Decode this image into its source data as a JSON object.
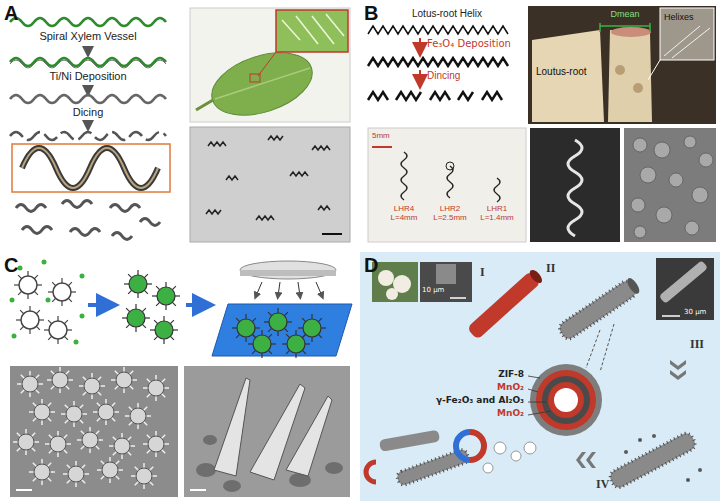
{
  "diagram": {
    "labels": [
      "A",
      "Spiral Xylem Vessel",
      "Ti/Ni Deposition",
      "Dicing",
      "B",
      "Lotus-root Helix",
      "Fe₃O₄ Deposition",
      "Dincing",
      "Loutus-root",
      "Helixes",
      "Dmean",
      "5mm",
      "LHR4 L=4mm",
      "LHR2 L=2.5mm",
      "LHR1 L=1.4mm",
      "C",
      "D",
      "I",
      "II",
      "III",
      "IV",
      "10 μm",
      "30 μm",
      "ZIF-8",
      "MnO₂",
      "γ-Fe₂O₃ and Al₂O₃",
      "MnO₂"
    ]
  }
}
